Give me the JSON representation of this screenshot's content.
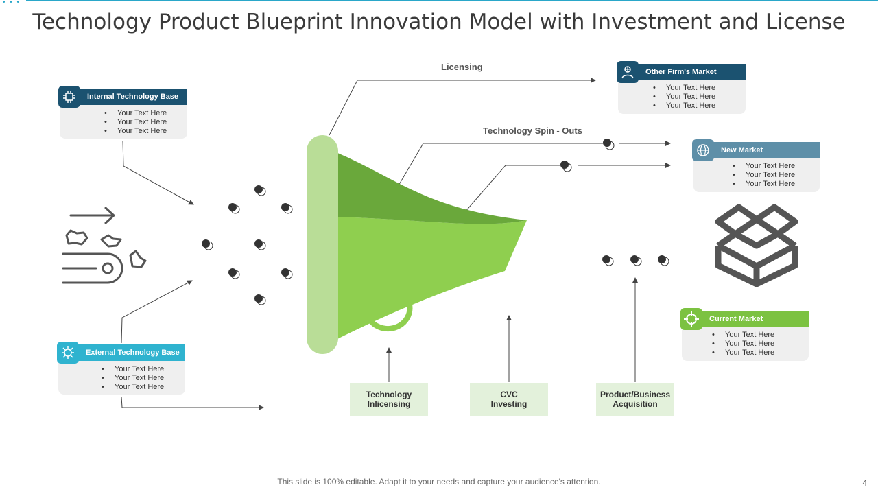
{
  "title": "Technology Product Blueprint Innovation Model with Investment and License",
  "colors": {
    "accent": "#2aa7c9",
    "navy": "#1b5270",
    "steel": "#5e8fa8",
    "teal": "#2fb3cf",
    "green": "#7cc241",
    "green_light": "#b9dd97",
    "green_dark": "#6aa83b",
    "box_fill": "#e3f1db",
    "card_bg": "#efefef"
  },
  "cards": {
    "internal": {
      "title": "Internal Technology Base",
      "icon": "chip-icon",
      "items": [
        "Your Text Here",
        "Your Text Here",
        "Your Text Here"
      ]
    },
    "external": {
      "title": "External Technology Base",
      "icon": "chip-icon",
      "items": [
        "Your Text Here",
        "Your Text Here",
        "Your Text Here"
      ]
    },
    "other_firms": {
      "title": "Other Firm's Market",
      "icon": "globe-person-icon",
      "items": [
        "Your Text Here",
        "Your Text Here",
        "Your Text Here"
      ]
    },
    "new_market": {
      "title": "New Market",
      "icon": "globe-icon",
      "items": [
        "Your Text Here",
        "Your Text Here",
        "Your Text Here"
      ]
    },
    "current_market": {
      "title": "Current Market",
      "icon": "target-icon",
      "items": [
        "Your Text Here",
        "Your Text Here",
        "Your Text Here"
      ]
    }
  },
  "flow_labels": {
    "licensing": "Licensing",
    "spin_outs": "Technology Spin - Outs"
  },
  "bottom_boxes": {
    "licensing": "Technology Inlicensing",
    "cvc": "CVC Investing",
    "acquisition": "Product/Business Acquisition"
  },
  "footer": "This slide is 100% editable. Adapt it to your needs and capture your audience's attention.",
  "page_number": "4"
}
